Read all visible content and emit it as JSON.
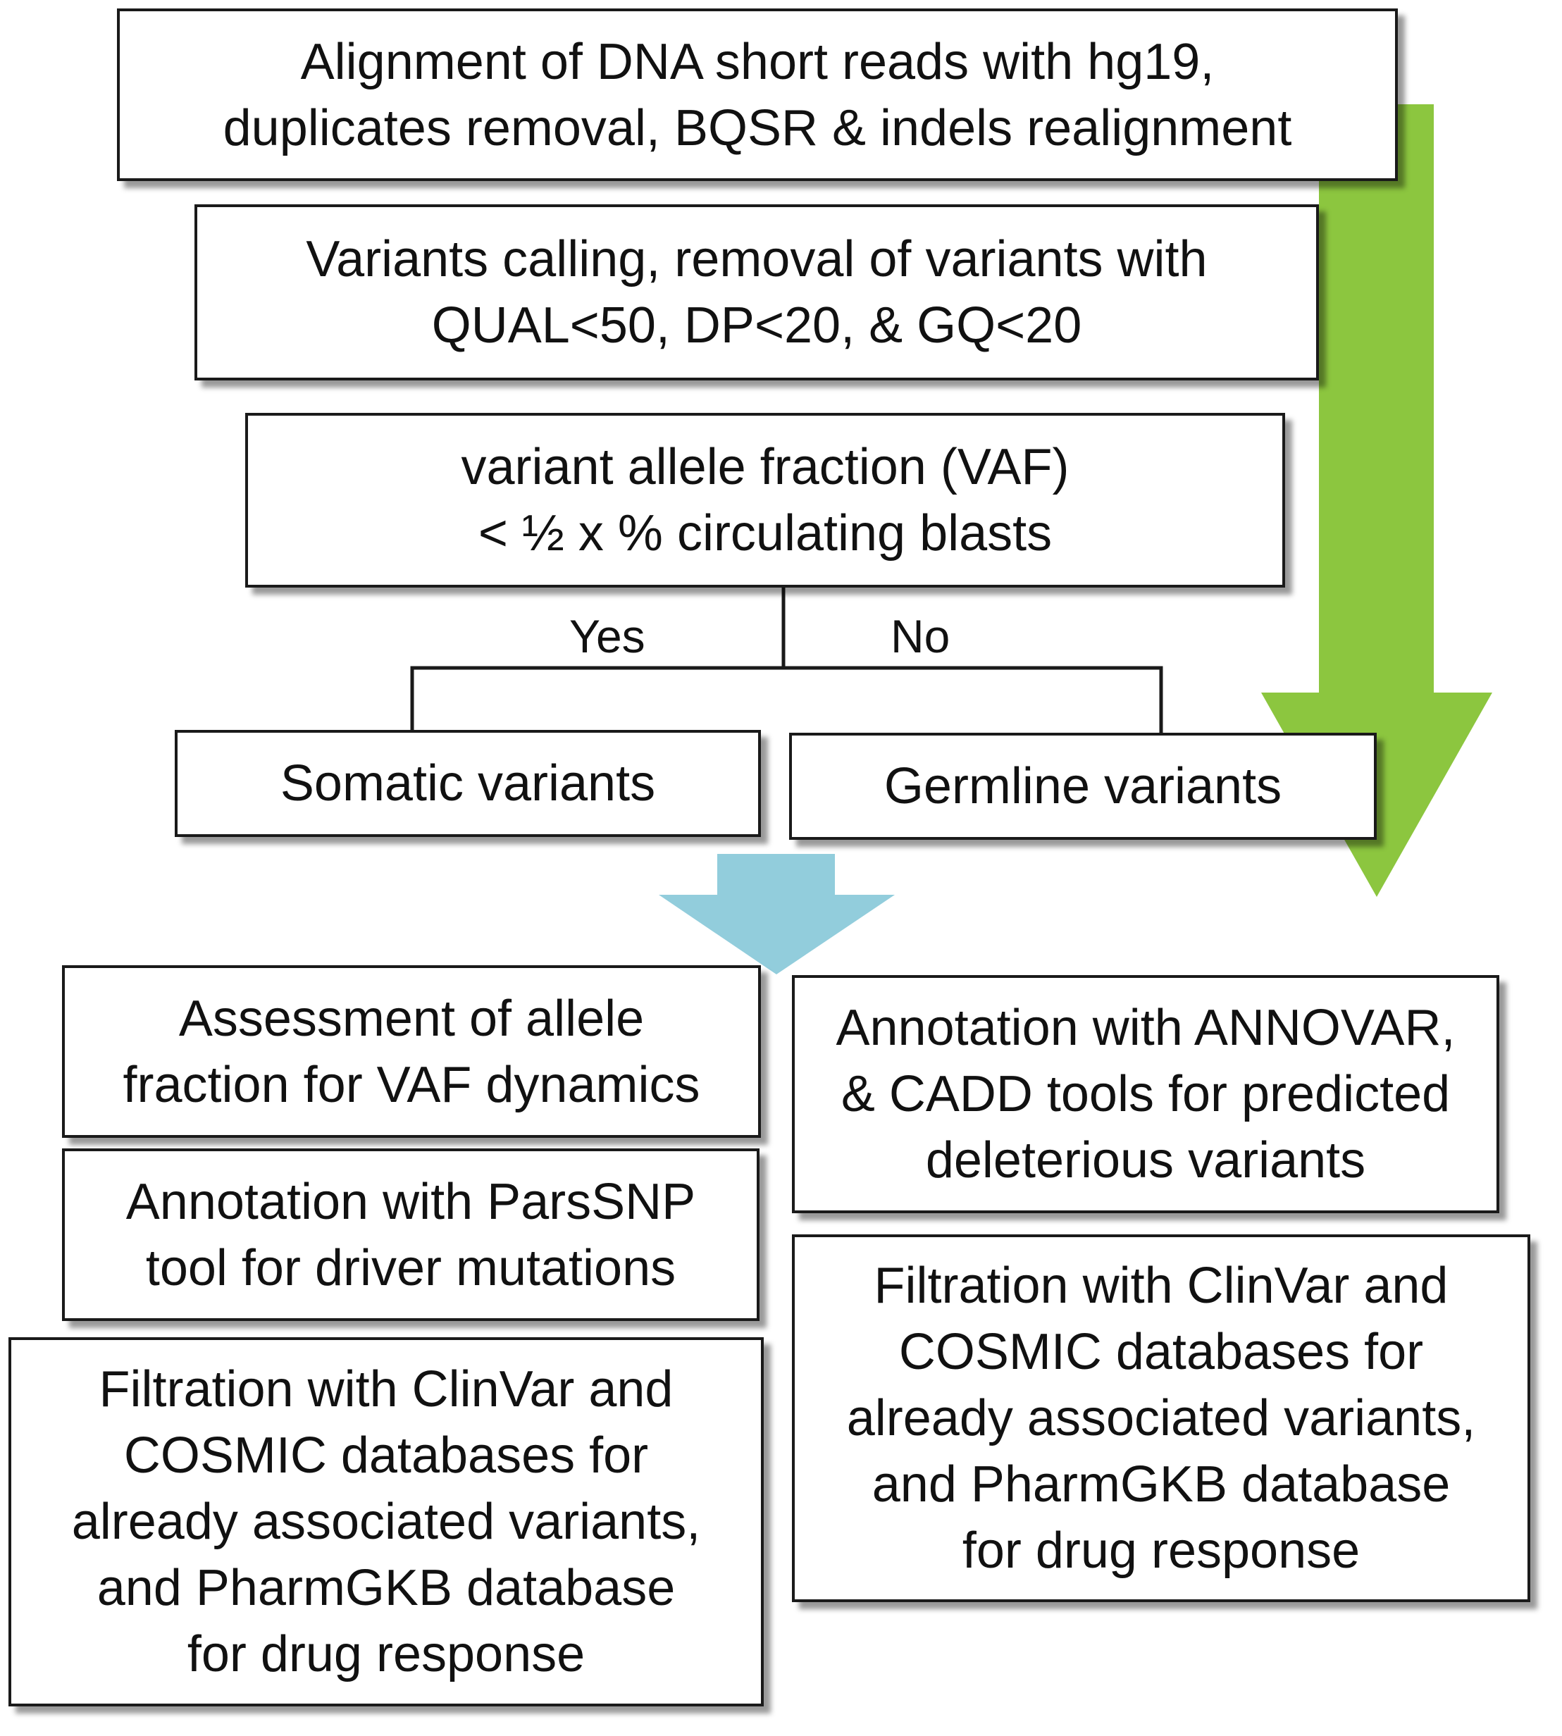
{
  "steps": {
    "alignment": {
      "line1": "Alignment of DNA short reads with hg19,",
      "line2": "duplicates removal, BQSR & indels realignment"
    },
    "calling": {
      "line1": "Variants calling, removal of variants with",
      "line2": "QUAL<50, DP<20, & GQ<20"
    },
    "vaf_decision": {
      "line1": "variant allele fraction (VAF)",
      "line2": "< ½ x % circulating blasts"
    }
  },
  "branches": {
    "yes_label": "Yes",
    "no_label": "No",
    "somatic": "Somatic variants",
    "germline": "Germline variants"
  },
  "somatic_steps": {
    "assessment": {
      "line1": "Assessment of allele",
      "line2": "fraction for VAF dynamics"
    },
    "parssnp": {
      "line1": "Annotation with ParsSNP",
      "line2": "tool for driver mutations"
    },
    "filtration": {
      "line1": "Filtration with ClinVar and",
      "line2": "COSMIC databases for",
      "line3": "already associated variants,",
      "line4": "and PharmGKB database",
      "line5": "for drug response"
    }
  },
  "germline_steps": {
    "annotation": {
      "line1": "Annotation with ANNOVAR,",
      "line2": "& CADD tools for predicted",
      "line3": "deleterious variants"
    },
    "filtration": {
      "line1": "Filtration with ClinVar and",
      "line2": "COSMIC databases for",
      "line3": "already associated variants,",
      "line4": "and PharmGKB database",
      "line5": "for drug response"
    }
  },
  "colors": {
    "green_arrow": "#8cc63f",
    "blue_arrow": "#92cddc",
    "box_border": "#1a1a1a",
    "connector": "#1a1a1a"
  }
}
